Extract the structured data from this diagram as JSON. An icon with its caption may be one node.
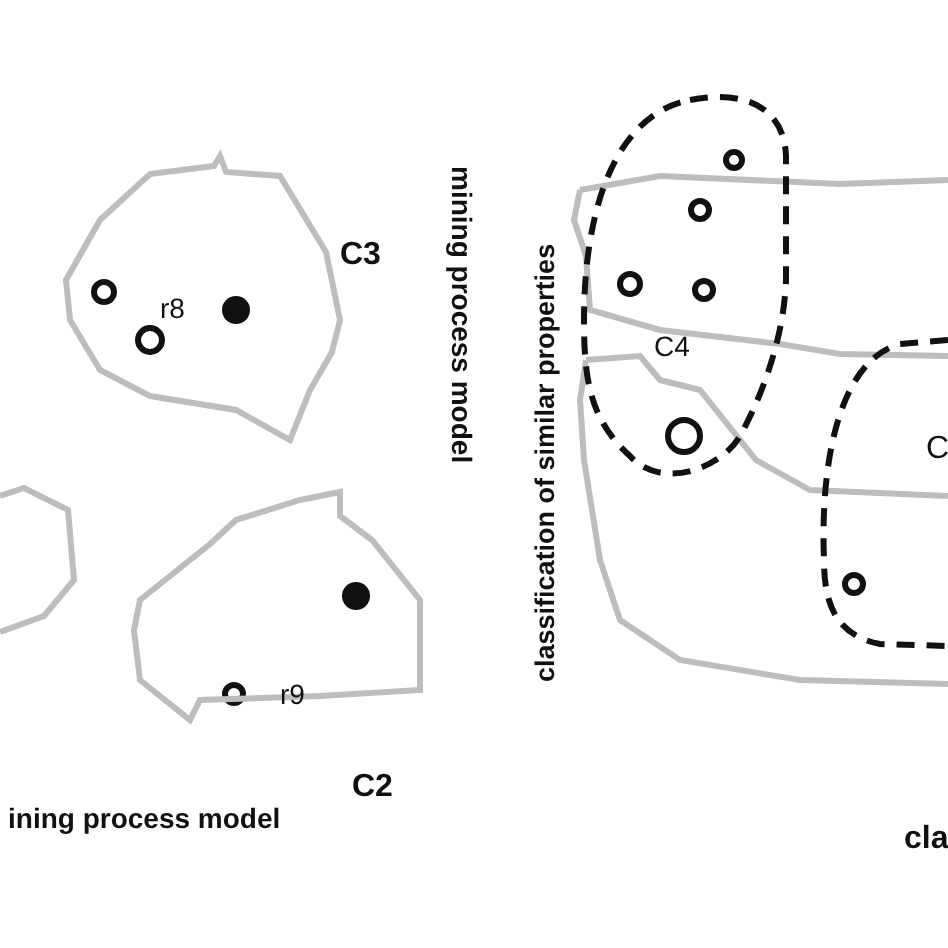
{
  "diagram": {
    "nodes": [
      {
        "text": [
          "C3",
          "r8"
        ]
      },
      {
        "text": [
          "r9",
          "C2"
        ]
      },
      {
        "text": [
          "C4"
        ]
      }
    ],
    "labels": [
      "mining process model",
      "ining process model",
      "classification of similar properties",
      "C",
      "cla"
    ]
  }
}
